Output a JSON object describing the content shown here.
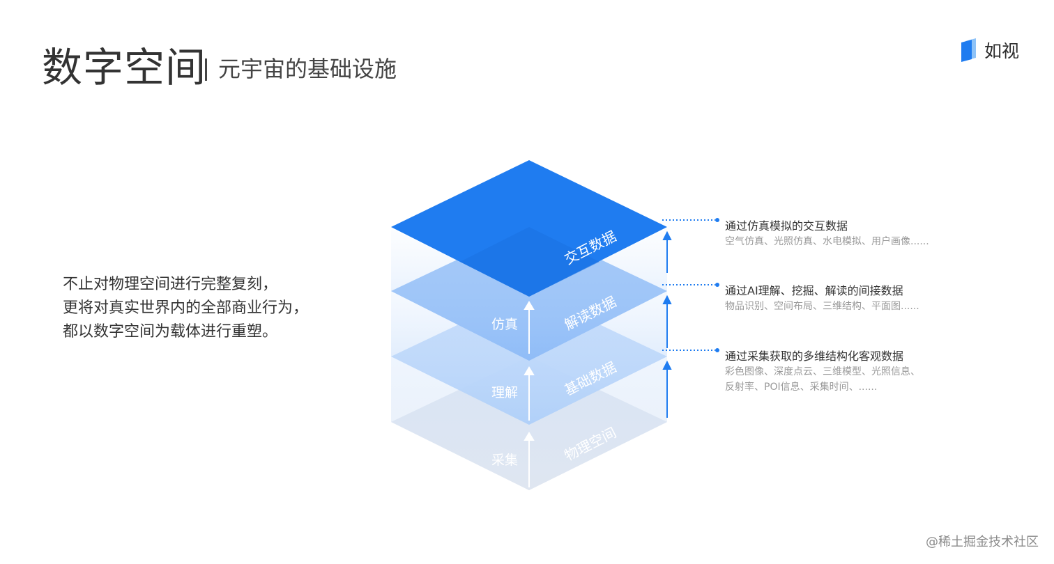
{
  "header": {
    "title": "数字空间",
    "subtitle": "元宇宙的基础设施"
  },
  "brand": {
    "name": "如视",
    "logo_icon": "ruishi-logo-icon"
  },
  "description": [
    "不止对物理空间进行完整复刻，",
    "更将对真实世界内的全部商业行为，",
    "都以数字空间为载体进行重塑。"
  ],
  "diagram": {
    "layers": [
      {
        "label": "交互数据",
        "color": "#1f7cf0"
      },
      {
        "label": "解读数据",
        "color": "#8fbcf7"
      },
      {
        "label": "基础数据",
        "color": "#b9d6fb"
      },
      {
        "label": "物理空间",
        "color": "#d3dcea"
      }
    ],
    "steps": [
      "仿真",
      "理解",
      "采集"
    ]
  },
  "annotations": [
    {
      "title": "通过仿真模拟的交互数据",
      "lines": [
        "空气仿真、光照仿真、水电模拟、用户画像......"
      ]
    },
    {
      "title": "通过AI理解、挖掘、解读的间接数据",
      "lines": [
        "物品识别、空间布局、三维结构、平面图......"
      ]
    },
    {
      "title": "通过采集获取的多维结构化客观数据",
      "lines": [
        "彩色图像、深度点云、三维模型、光照信息、",
        "反射率、POI信息、采集时间、......"
      ]
    }
  ],
  "footer": {
    "watermark": "@稀土掘金技术社区"
  },
  "colors": {
    "accent": "#1f7cf0",
    "text": "#333333",
    "muted": "#999999"
  }
}
